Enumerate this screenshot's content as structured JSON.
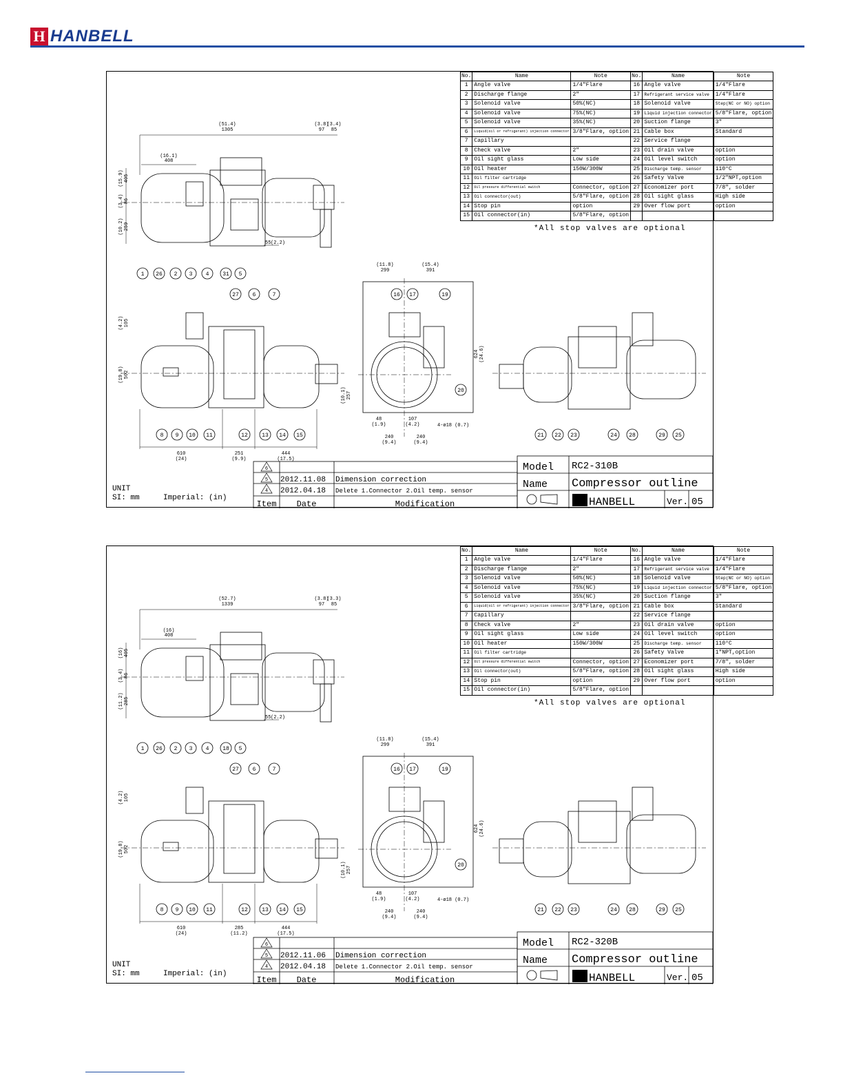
{
  "header": {
    "logo_mark": "H",
    "logo_text": "HANBELL"
  },
  "parts_headers": {
    "no": "No.",
    "name": "Name",
    "note": "Note"
  },
  "sheets": [
    {
      "model_label": "Model",
      "model_value": "RC2-310B",
      "name_label": "Name",
      "name_value": "Compressor outline",
      "brand": "HANBELL",
      "ver_label": "Ver.",
      "ver_value": "05",
      "unit_label": "UNIT",
      "si_label": "SI: mm",
      "imperial_label": "Imperial: (in)",
      "item_label": "Item",
      "date_label": "Date",
      "mod_label": "Modification",
      "revisions": [
        {
          "item": "6",
          "date": "",
          "mod": ""
        },
        {
          "item": "5",
          "date": "2012.11.08",
          "mod": "Dimension correction"
        },
        {
          "item": "4",
          "date": "2012.04.18",
          "mod": "Delete 1.Connector 2.Oil temp. sensor"
        }
      ],
      "stop_note": "*All stop valves are optional",
      "dims": {
        "top_total": "(51.4)",
        "top_total_mm": "1305",
        "top_r1": "(3.8)",
        "top_r2": "(3.4)",
        "top_r1_mm": "97",
        "top_r2_mm": "85",
        "inner": "(16.1)",
        "inner_mm": "408",
        "left1": "(15.9)",
        "left1_mm": "405",
        "left2": "(3.4)",
        "left2_mm": "86",
        "left3": "(10.2)",
        "left3_mm": "259",
        "small": "55",
        "small_in": "(2.2)",
        "end_w1": "(11.8)",
        "end_w1_mm": "299",
        "end_w2": "(15.4)",
        "end_w2_mm": "391",
        "end_h": "624",
        "end_h_in": "(24.6)",
        "end_b1": "48",
        "end_b1_in": "(1.9)",
        "end_b2": "107",
        "end_b2_in": "(4.2)",
        "end_b3": "240",
        "end_b3_in": "(9.4)",
        "end_b4": "240",
        "end_b4_in": "(9.4)",
        "bolt": "4-ø18 (0.7)",
        "side_b1": "610",
        "side_b1_in": "(24)",
        "side_b2": "251",
        "side_b2_in": "(9.9)",
        "side_b3": "444",
        "side_b3_in": "(17.5)",
        "side_l1": "(4.2)",
        "side_l1_mm": "105",
        "side_l2": "(19.8)",
        "side_l2_mm": "502",
        "side_r1": "(10.1)",
        "side_r1_mm": "257"
      },
      "top_bubbles": [
        "1",
        "26",
        "2",
        "3",
        "4",
        "31",
        "5"
      ],
      "side_top_bubbles": [
        "27",
        "6",
        "7"
      ],
      "side_bubbles": [
        "8",
        "9",
        "10",
        "11",
        "12",
        "13",
        "14",
        "15"
      ],
      "end_bubbles": [
        "16",
        "17",
        "19",
        "20"
      ],
      "right_bubbles": [
        "21",
        "22",
        "23",
        "24",
        "28",
        "29",
        "25"
      ],
      "parts": [
        [
          "1",
          "Angle valve",
          "1/4\"Flare",
          "16",
          "Angle valve",
          "1/4\"Flare"
        ],
        [
          "2",
          "Discharge flange",
          "2\"",
          "17",
          "Refrigerant service valve",
          "1/4\"Flare"
        ],
        [
          "3",
          "Solenoid valve",
          "50%(NC)",
          "18",
          "Solenoid valve",
          "Step(NC or NO) option"
        ],
        [
          "4",
          "Solenoid valve",
          "75%(NC)",
          "19",
          "Liquid injection connector",
          "5/8\"Flare, option"
        ],
        [
          "5",
          "Solenoid valve",
          "35%(NC)",
          "20",
          "Suction flange",
          "3\""
        ],
        [
          "6",
          "Liquid(oil or refrigerant) injection connector",
          "3/8\"Flare, option",
          "21",
          "Cable box",
          "Standard"
        ],
        [
          "7",
          "Capillary",
          "",
          "22",
          "Service flange",
          ""
        ],
        [
          "8",
          "Check valve",
          "2\"",
          "23",
          "Oil drain valve",
          "option"
        ],
        [
          "9",
          "Oil sight glass",
          "Low side",
          "24",
          "Oil level switch",
          "option"
        ],
        [
          "10",
          "Oil heater",
          "150W/300W",
          "25",
          "Discharge temp. sensor",
          "110°C"
        ],
        [
          "11",
          "Oil filter cartridge",
          "",
          "26",
          "Safety Valve",
          "1/2\"NPT,option"
        ],
        [
          "12",
          "Oil pressure differential switch",
          "Connector, option",
          "27",
          "Economizer port",
          "7/8\", solder"
        ],
        [
          "13",
          "Oil connector(out)",
          "5/8\"Flare, option",
          "28",
          "Oil sight glass",
          "High side"
        ],
        [
          "14",
          "Stop pin",
          "option",
          "29",
          "Over flow port",
          "option"
        ],
        [
          "15",
          "Oil connector(in)",
          "5/8\"Flare, option",
          "",
          "",
          ""
        ]
      ]
    },
    {
      "model_label": "Model",
      "model_value": "RC2-320B",
      "name_label": "Name",
      "name_value": "Compressor outline",
      "brand": "HANBELL",
      "ver_label": "Ver.",
      "ver_value": "05",
      "unit_label": "UNIT",
      "si_label": "SI: mm",
      "imperial_label": "Imperial: (in)",
      "item_label": "Item",
      "date_label": "Date",
      "mod_label": "Modification",
      "revisions": [
        {
          "item": "6",
          "date": "",
          "mod": ""
        },
        {
          "item": "5",
          "date": "2012.11.06",
          "mod": "Dimension correction"
        },
        {
          "item": "4",
          "date": "2012.04.18",
          "mod": "Delete 1.Connector 2.Oil temp. sensor"
        }
      ],
      "stop_note": "*All stop valves are optional",
      "dims": {
        "top_total": "(52.7)",
        "top_total_mm": "1339",
        "top_r1": "(3.8)",
        "top_r2": "(3.3)",
        "top_r1_mm": "97",
        "top_r2_mm": "85",
        "inner": "(16)",
        "inner_mm": "408",
        "left1": "(16)",
        "left1_mm": "405",
        "left2": "(3.4)",
        "left2_mm": "86",
        "left3": "(11.2)",
        "left3_mm": "285",
        "small": "55",
        "small_in": "(2.2)",
        "end_w1": "(11.8)",
        "end_w1_mm": "299",
        "end_w2": "(15.4)",
        "end_w2_mm": "391",
        "end_h": "624",
        "end_h_in": "(24.6)",
        "end_b1": "48",
        "end_b1_in": "(1.9)",
        "end_b2": "107",
        "end_b2_in": "(4.2)",
        "end_b3": "240",
        "end_b3_in": "(9.4)",
        "end_b4": "240",
        "end_b4_in": "(9.4)",
        "bolt": "4-ø18 (0.7)",
        "side_b1": "610",
        "side_b1_in": "(24)",
        "side_b2": "285",
        "side_b2_in": "(11.2)",
        "side_b3": "444",
        "side_b3_in": "(17.5)",
        "side_l1": "(4.2)",
        "side_l1_mm": "105",
        "side_l2": "(19.8)",
        "side_l2_mm": "502",
        "side_r1": "(10.1)",
        "side_r1_mm": "257"
      },
      "top_bubbles": [
        "1",
        "26",
        "2",
        "3",
        "4",
        "18",
        "5"
      ],
      "side_top_bubbles": [
        "27",
        "6",
        "7"
      ],
      "side_bubbles": [
        "8",
        "9",
        "10",
        "11",
        "12",
        "13",
        "14",
        "15"
      ],
      "end_bubbles": [
        "16",
        "17",
        "19",
        "20"
      ],
      "right_bubbles": [
        "21",
        "22",
        "23",
        "24",
        "28",
        "29",
        "25"
      ],
      "parts": [
        [
          "1",
          "Angle valve",
          "1/4\"Flare",
          "16",
          "Angle valve",
          "1/4\"Flare"
        ],
        [
          "2",
          "Discharge flange",
          "2\"",
          "17",
          "Refrigerant service valve",
          "1/4\"Flare"
        ],
        [
          "3",
          "Solenoid valve",
          "50%(NC)",
          "18",
          "Solenoid valve",
          "Step(NC or NO) option"
        ],
        [
          "4",
          "Solenoid valve",
          "75%(NC)",
          "19",
          "Liquid injection connector",
          "5/8\"Flare, option"
        ],
        [
          "5",
          "Solenoid valve",
          "35%(NC)",
          "20",
          "Suction flange",
          "3\""
        ],
        [
          "6",
          "Liquid(oil or refrigerant) injection connector",
          "3/8\"Flare, option",
          "21",
          "Cable box",
          "Standard"
        ],
        [
          "7",
          "Capillary",
          "",
          "22",
          "Service flange",
          ""
        ],
        [
          "8",
          "Check valve",
          "2\"",
          "23",
          "Oil drain valve",
          "option"
        ],
        [
          "9",
          "Oil sight glass",
          "Low side",
          "24",
          "Oil level switch",
          "option"
        ],
        [
          "10",
          "Oil heater",
          "150W/300W",
          "25",
          "Discharge temp. sensor",
          "110°C"
        ],
        [
          "11",
          "Oil filter cartridge",
          "",
          "26",
          "Safety Valve",
          "1\"NPT,option"
        ],
        [
          "12",
          "Oil pressure differential switch",
          "Connector, option",
          "27",
          "Economizer port",
          "7/8\", solder"
        ],
        [
          "13",
          "Oil connector(out)",
          "5/8\"Flare, option",
          "28",
          "Oil sight glass",
          "High side"
        ],
        [
          "14",
          "Stop pin",
          "option",
          "29",
          "Over flow port",
          "option"
        ],
        [
          "15",
          "Oil connector(in)",
          "5/8\"Flare, option",
          "",
          "",
          ""
        ]
      ]
    }
  ]
}
